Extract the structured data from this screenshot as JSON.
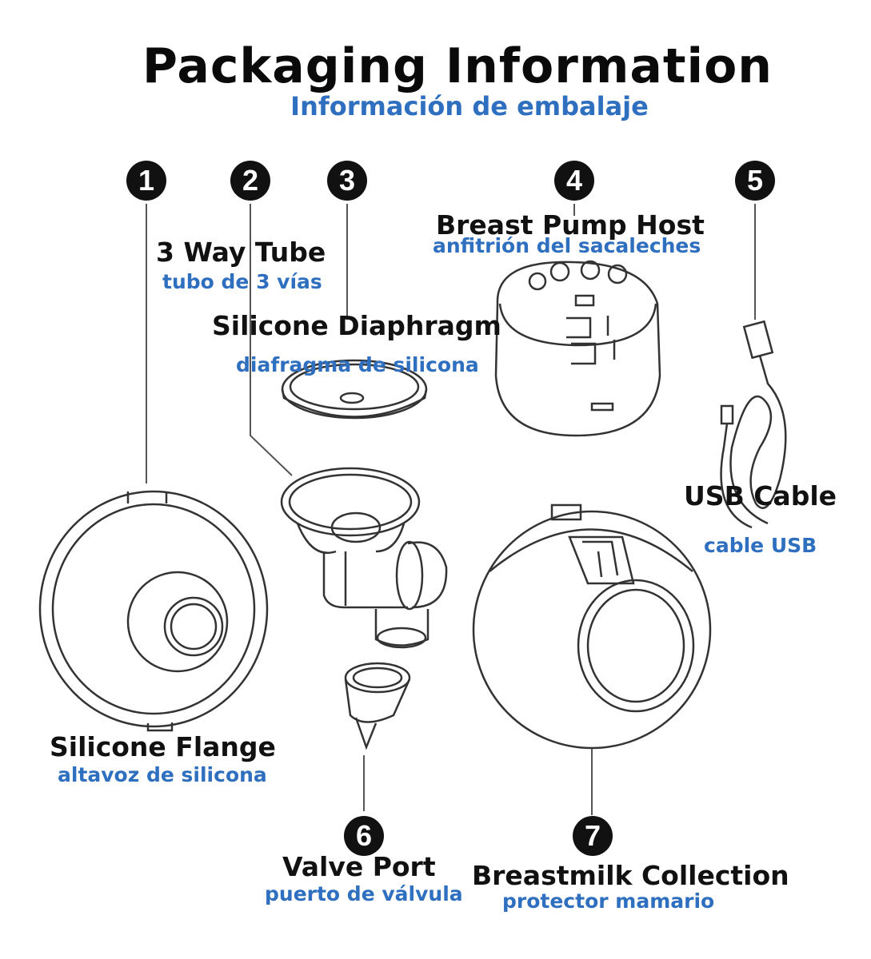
{
  "header": {
    "title": "Packaging Information",
    "subtitle": "Información de embalaje"
  },
  "parts": [
    {
      "number": "1",
      "name": "Silicone Flange",
      "name_es": "altavoz de silicona"
    },
    {
      "number": "2",
      "name": "3 Way Tube",
      "name_es": "tubo de 3 vías"
    },
    {
      "number": "3",
      "name": "Silicone Diaphragm",
      "name_es": "diafragma de silicona"
    },
    {
      "number": "4",
      "name": "Breast Pump Host",
      "name_es": "anfitrión del sacaleches"
    },
    {
      "number": "5",
      "name": "USB Cable",
      "name_es": "cable USB"
    },
    {
      "number": "6",
      "name": "Valve Port",
      "name_es": "puerto de válvula"
    },
    {
      "number": "7",
      "name": "Breastmilk Collection",
      "name_es": "protector mamario"
    }
  ],
  "colors": {
    "label_english": "#111111",
    "label_spanish": "#2f6fbf",
    "badge": "#111111"
  }
}
